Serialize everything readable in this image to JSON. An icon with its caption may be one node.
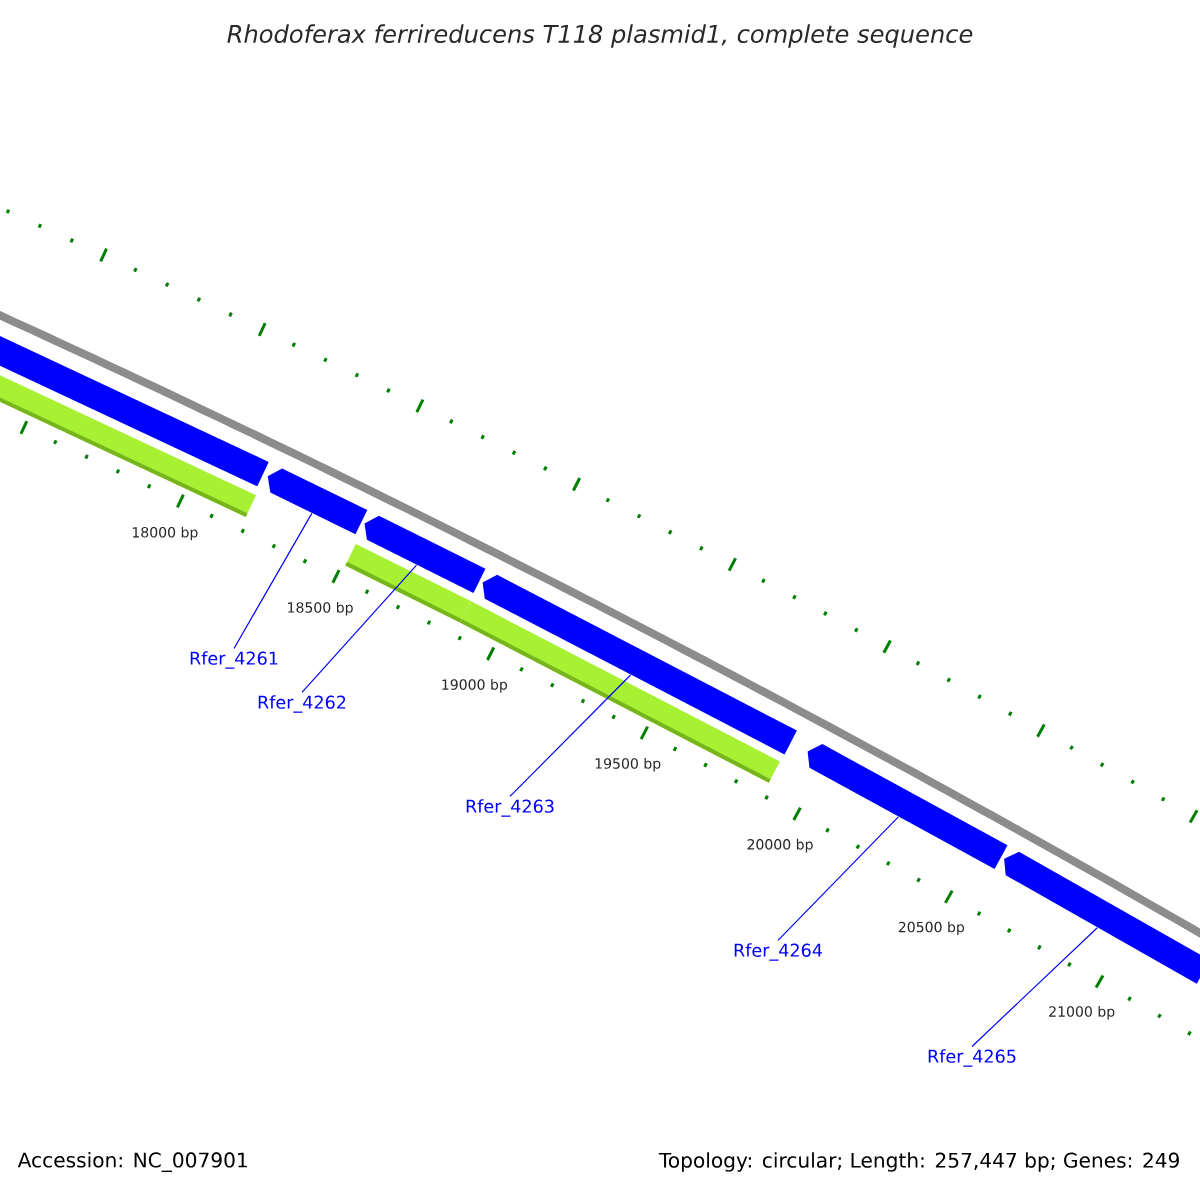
{
  "diagram": {
    "title": "Rhodoferax ferrireducens T118 plasmid1, complete sequence",
    "nodes": [
      {
        "text": [
          "Rfer_4261"
        ]
      },
      {
        "text": [
          "Rfer_4262"
        ]
      },
      {
        "text": [
          "Rfer_4263"
        ]
      },
      {
        "text": [
          "Rfer_4264"
        ]
      },
      {
        "text": [
          "Rfer_4265"
        ]
      },
      {
        "text": [],
        "shape": "arrow"
      },
      {
        "text": [],
        "shape": "arrow"
      },
      {
        "text": [],
        "shape": "arrow"
      },
      {
        "text": [],
        "shape": "arrow"
      },
      {
        "text": [],
        "shape": "arrow"
      },
      {
        "text": [],
        "shape": "arrow"
      }
    ],
    "edges": [
      {
        "from": 0,
        "to": 6,
        "arrow": "none"
      },
      {
        "from": 1,
        "to": 7,
        "arrow": "none"
      },
      {
        "from": 2,
        "to": 8,
        "arrow": "none"
      },
      {
        "from": 3,
        "to": 9,
        "arrow": "none"
      },
      {
        "from": 4,
        "to": 10,
        "arrow": "none"
      }
    ],
    "labels": [
      "18000 bp",
      "18500 bp",
      "19000 bp",
      "19500 bp",
      "20000 bp",
      "20500 bp",
      "21000 bp",
      "Accession: NC_007901",
      "Topology: circular; Length: 257,447 bp; Genes: 249"
    ]
  }
}
